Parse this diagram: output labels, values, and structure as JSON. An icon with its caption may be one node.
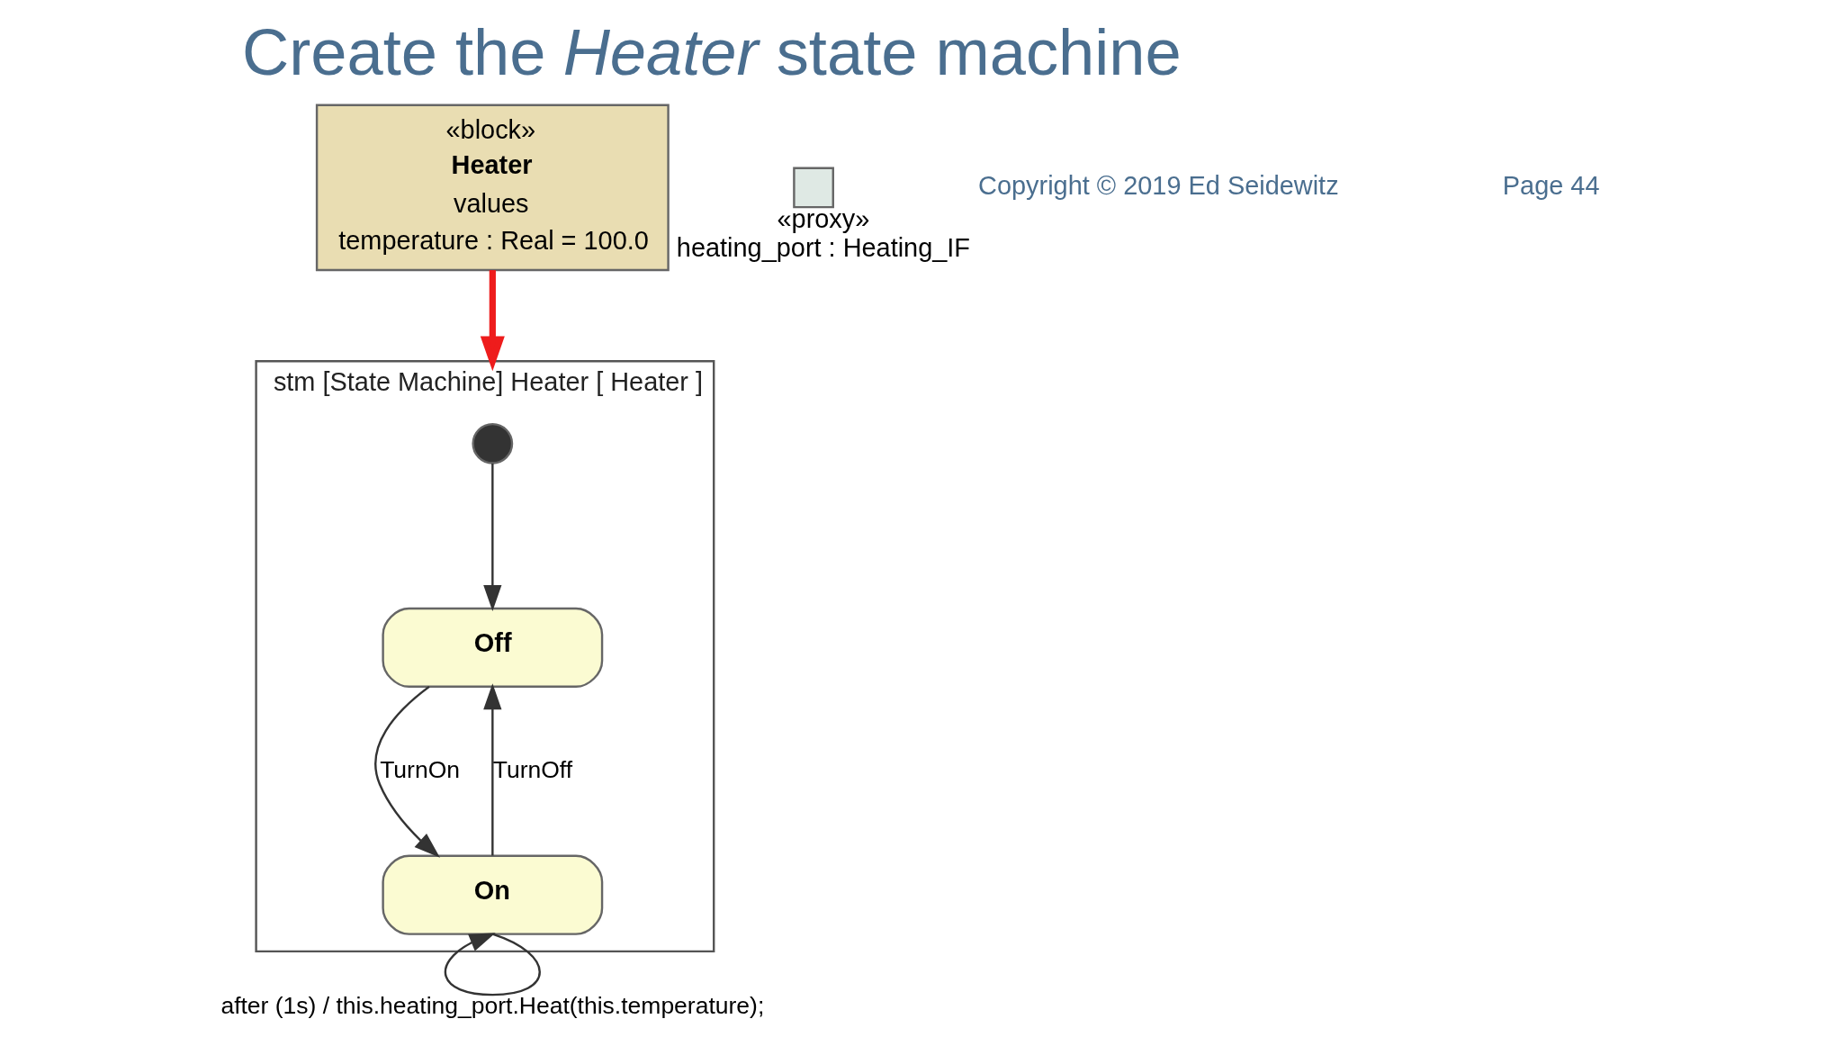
{
  "diagram": {
    "title": "Create the *Heater* state machine",
    "nodes": [
      {
        "text": [
          "«block»",
          "Heater",
          "values",
          "temperature : Real = 100.0"
        ]
      },
      {
        "text": [],
        "shape": "box",
        "beside": [
          "«proxy»",
          "heating_port : Heating_IF"
        ]
      },
      {
        "text": [
          "stm [State Machine] Heater [ Heater ]"
        ]
      },
      {
        "text": [],
        "shape": "circle",
        "in": 2
      },
      {
        "text": [
          "Off"
        ],
        "in": 2
      },
      {
        "text": [
          "On"
        ],
        "in": 2
      }
    ],
    "edges": [
      {
        "from": 0,
        "to": 2,
        "arrow": "to",
        "style": "thick",
        "color": "#ee1c1c"
      },
      {
        "from": 3,
        "to": 4,
        "arrow": "to"
      },
      {
        "from": 4,
        "to": 5,
        "arrow": "to",
        "label": "TurnOn"
      },
      {
        "from": 5,
        "to": 4,
        "arrow": "to",
        "label": "TurnOff"
      },
      {
        "from": 5,
        "to": 5,
        "arrow": "to",
        "label": "after (1s) / this.heating_port.Heat(this.temperature);"
      }
    ],
    "labels": [
      "Copyright © 2019 Ed Seidewitz",
      "Page 44"
    ]
  }
}
